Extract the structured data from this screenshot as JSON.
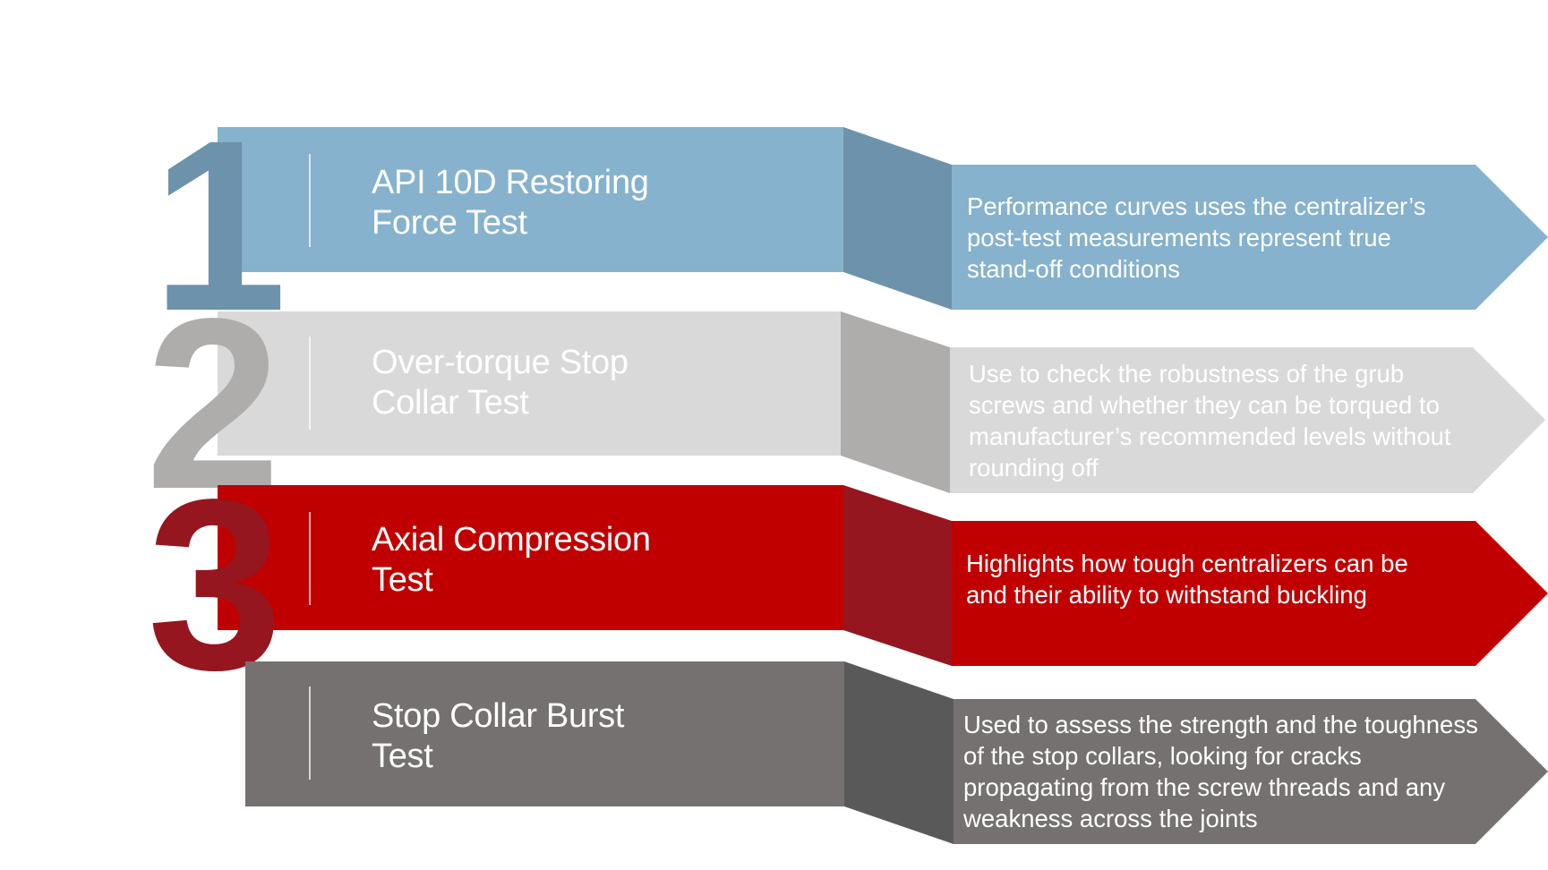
{
  "steps": [
    {
      "number": "1",
      "title_lines": [
        "API 10D Restoring",
        "Force Test"
      ],
      "description_lines": [
        "Performance curves uses the centralizer’s",
        "post-test measurements represent true",
        "stand-off conditions"
      ],
      "colors": {
        "band": "#86B2CD",
        "fold": "#6D93AC",
        "numeral": "#6D93AC"
      }
    },
    {
      "number": "2",
      "title_lines": [
        "Over-torque Stop",
        "Collar Test"
      ],
      "description_lines": [
        "Use to check the robustness of the grub",
        "screws and whether they can be torqued to",
        "manufacturer’s recommended levels without",
        "rounding off"
      ],
      "colors": {
        "band": "#D9D9D9",
        "fold": "#AFADAC",
        "numeral": "#AFADAC"
      }
    },
    {
      "number": "3",
      "title_lines": [
        "Axial Compression",
        "Test"
      ],
      "description_lines": [
        "Highlights how tough centralizers can be",
        "and their ability to withstand buckling"
      ],
      "colors": {
        "band": "#C00000",
        "fold": "#95161F",
        "numeral": "#95161F"
      }
    },
    {
      "number": "",
      "title_lines": [
        "Stop Collar Burst",
        "Test"
      ],
      "description_lines": [
        "Used to assess the strength and the toughness",
        "of the stop collars, looking for cracks",
        "propagating from the screw threads and any",
        "weakness across the joints"
      ],
      "colors": {
        "band": "#767171",
        "fold": "#595959",
        "numeral": "#595959"
      }
    }
  ]
}
